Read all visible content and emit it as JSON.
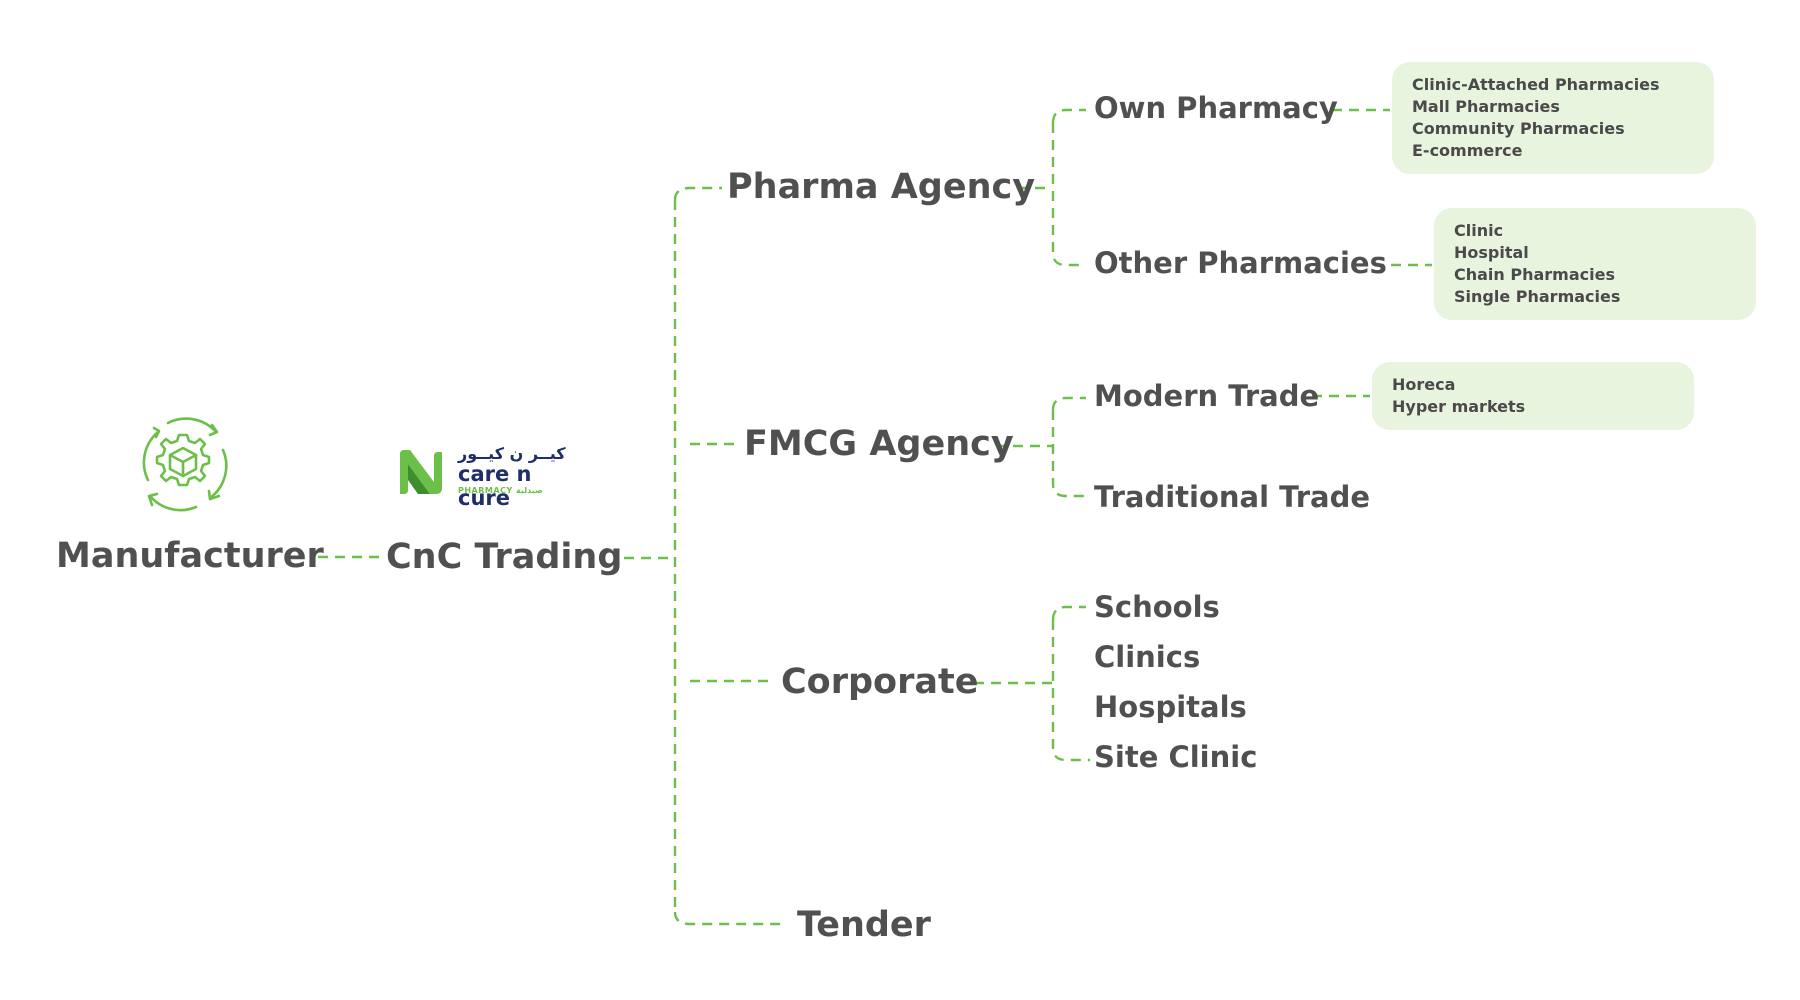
{
  "colors": {
    "accent": "#6cc04a",
    "box": "#e8f4de",
    "text": "#505050",
    "brand_navy": "#1f2d6b"
  },
  "logo": {
    "arabic": "كيــر ن كيــور",
    "english": "care n cure",
    "subtitle": "PHARMACY صيدلية"
  },
  "icons": {
    "manufacturer": "gear-cycle-box-icon"
  },
  "nodes": {
    "manufacturer": "Manufacturer",
    "cnc_trading": "CnC Trading",
    "pharma_agency": "Pharma Agency",
    "fmcg_agency": "FMCG Agency",
    "corporate": "Corporate",
    "tender": "Tender",
    "own_pharmacy": "Own Pharmacy",
    "other_pharmacies": "Other Pharmacies",
    "modern_trade": "Modern Trade",
    "traditional_trade": "Traditional Trade",
    "schools": "Schools",
    "clinics": "Clinics",
    "hospitals": "Hospitals",
    "site_clinic": "Site Clinic"
  },
  "boxes": {
    "own_pharmacy": [
      "Clinic-Attached Pharmacies",
      "Mall Pharmacies",
      "Community Pharmacies",
      "E-commerce"
    ],
    "other_pharmacies": [
      "Clinic",
      "Hospital",
      "Chain Pharmacies",
      "Single Pharmacies"
    ],
    "modern_trade": [
      "Horeca",
      "Hyper markets"
    ]
  }
}
